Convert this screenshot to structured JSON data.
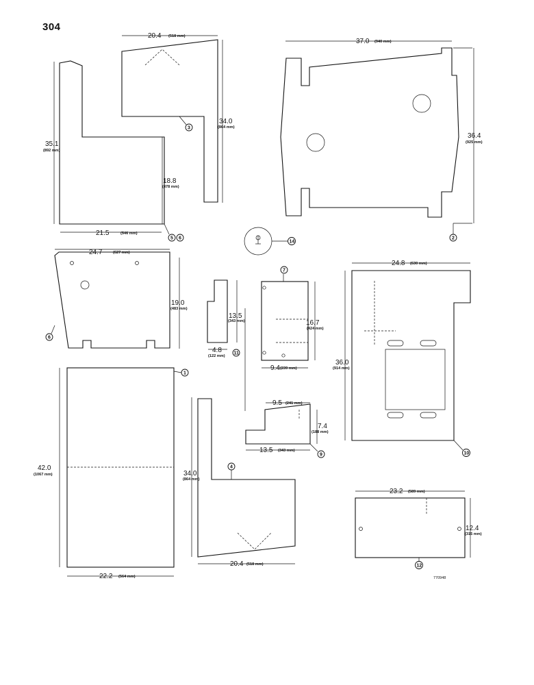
{
  "page_number": "304",
  "figure_code": "770948",
  "parts": [
    {
      "id": "5-6",
      "tags": [
        "5",
        "6"
      ],
      "dims": {
        "width": "21.5",
        "width_mm": "(546 mm)",
        "height": "35.1",
        "height_mm": "(892 mm)",
        "step": "18.8",
        "step_mm": "(478 mm)"
      }
    },
    {
      "id": "3",
      "tags": [
        "3"
      ],
      "dims": {
        "width": "20.4",
        "width_mm": "(518 mm)",
        "height": "34.0",
        "height_mm": "(864 mm)"
      }
    },
    {
      "id": "2",
      "tags": [
        "2"
      ],
      "dims": {
        "width": "37.0",
        "width_mm": "(940 mm)",
        "height": "36.4",
        "height_mm": "(925 mm)"
      }
    },
    {
      "id": "14",
      "tags": [
        "14"
      ]
    },
    {
      "id": "6",
      "tags": [
        "6"
      ],
      "dims": {
        "width": "24.7",
        "width_mm": "(627 mm)",
        "height": "19.0",
        "height_mm": "(483 mm)"
      }
    },
    {
      "id": "11",
      "tags": [
        "11"
      ],
      "dims": {
        "height": "13.5",
        "height_mm": "(343 mm)",
        "width": "4.8",
        "width_mm": "(122 mm)"
      }
    },
    {
      "id": "7",
      "tags": [
        "7"
      ],
      "dims": {
        "height": "16.7",
        "height_mm": "(424 mm)",
        "width": "9.4",
        "width_mm": "(239 mm)"
      }
    },
    {
      "id": "10",
      "tags": [
        "10"
      ],
      "dims": {
        "width": "24.8",
        "width_mm": "(630 mm)",
        "height": "36.0",
        "height_mm": "(914 mm)"
      }
    },
    {
      "id": "1",
      "tags": [
        "1"
      ],
      "dims": {
        "height": "42.0",
        "height_mm": "(1067 mm)",
        "width": "22.2",
        "width_mm": "(564 mm)"
      }
    },
    {
      "id": "4",
      "tags": [
        "4"
      ],
      "dims": {
        "height": "34.0",
        "height_mm": "(864 mm)",
        "width": "20.4",
        "width_mm": "(518 mm)"
      }
    },
    {
      "id": "9",
      "tags": [
        "9"
      ],
      "dims": {
        "top": "9.5",
        "top_mm": "(241 mm)",
        "height": "7.4",
        "height_mm": "(188 mm)",
        "width": "13.5",
        "width_mm": "(343 mm)"
      }
    },
    {
      "id": "12",
      "tags": [
        "12"
      ],
      "dims": {
        "width": "23.2",
        "width_mm": "(589 mm)",
        "height": "12.4",
        "height_mm": "(315 mm)"
      }
    }
  ]
}
